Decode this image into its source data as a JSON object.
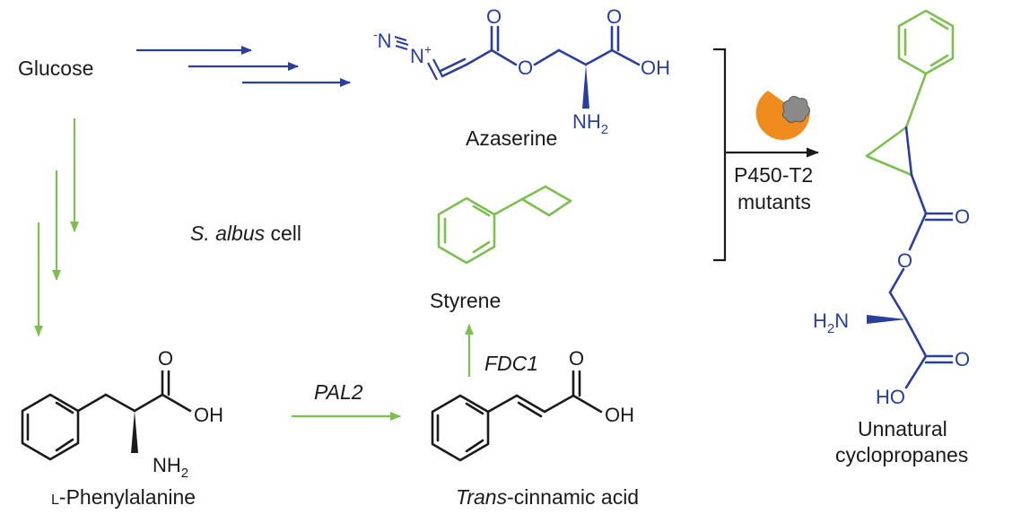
{
  "labels": {
    "glucose": "Glucose",
    "azaserine": "Azaserine",
    "cell_species": "S. albus",
    "cell_word": " cell",
    "styrene": "Styrene",
    "enzyme_line1": "P450-T2",
    "enzyme_line2": "mutants",
    "product_line1": "Unnatural",
    "product_line2": "cyclopropanes",
    "phenylalanine_prefix": "L",
    "phenylalanine_rest": "-Phenylalanine",
    "cinnamic_italic": "Trans",
    "cinnamic_rest": "-cinnamic acid",
    "pal2": "PAL2",
    "fdc1": "FDC1"
  },
  "atoms": {
    "o": "O",
    "oh": "OH",
    "ho": "HO",
    "nh": "NH",
    "n": "N",
    "h2n": "H",
    "two": "2",
    "minus": "-",
    "plus": "+"
  },
  "colors": {
    "green": "#7cbf4e",
    "blue": "#2a3e9c",
    "black": "#1a1a1a",
    "orange": "#f08c1e",
    "grey": "#8a8a8a"
  }
}
